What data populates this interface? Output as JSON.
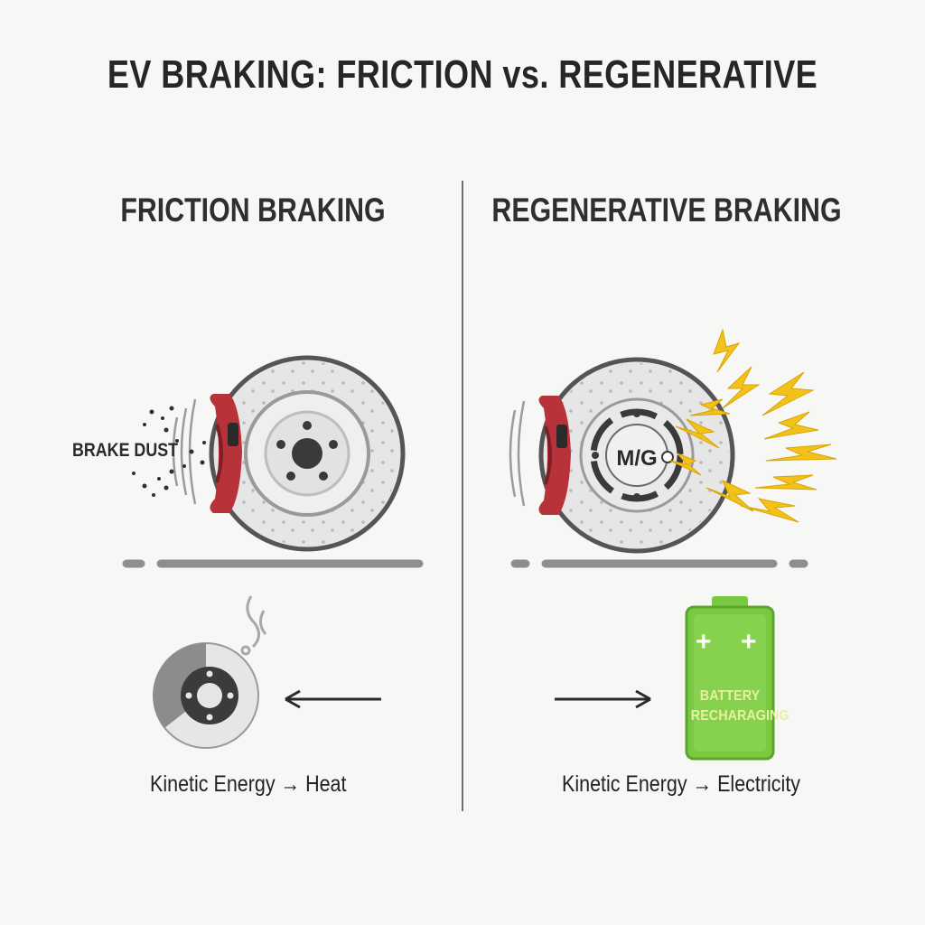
{
  "title": "EV BRAKING: FRICTION vs. REGENERATIVE",
  "left": {
    "heading": "FRICTION BRAKING",
    "dust_label": "BRAKE DUST",
    "caption": "Kinetic Energy → Heat"
  },
  "right": {
    "heading": "REGENERATIVE BRAKING",
    "motor_label": "M/G",
    "battery_line1": "BATTERY",
    "battery_line2": "RECHARAGING",
    "battery_plus": "+",
    "caption": "Kinetic Energy → Electricity"
  },
  "colors": {
    "caliper": "#b8323a",
    "disc": "#e4e4e4",
    "battery": "#7ac943",
    "spark": "#f2c21b"
  }
}
